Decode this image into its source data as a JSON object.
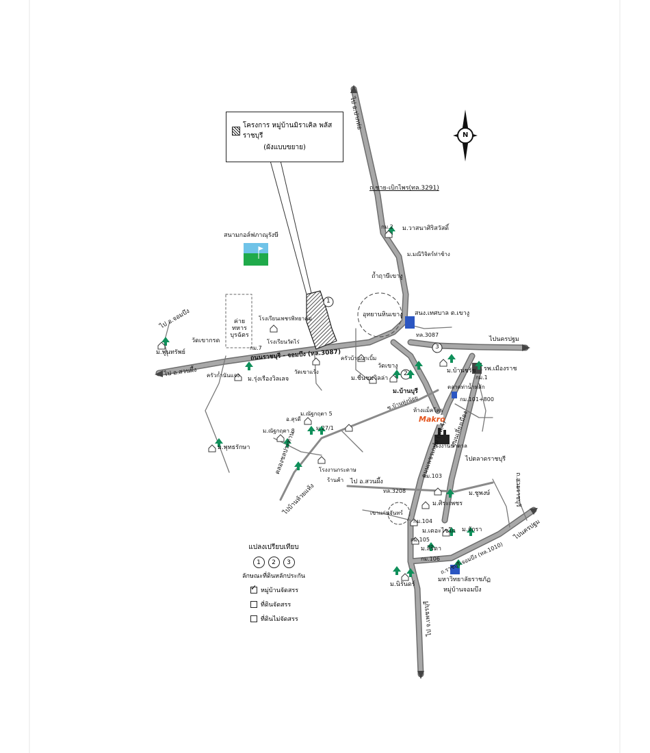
{
  "project_box": {
    "line1": "โครงการ หมู่บ้านมิราเคิล พลัส ราชบุรี",
    "line2": "(ผังแบบขยาย)"
  },
  "north_label": "N",
  "roads": {
    "top_right": "ไป อ.ปากท่อ",
    "hwy3291": "ถ.ชาย-เบิกไพร(ทล.3291)",
    "main_east_west": "ถนนราชบุรี - จอมบึง (ทล.3087)",
    "to_suanphueng_left": "ไป อ.สวนผึ้ง",
    "to_chombueng": "ไป อ.จอมบึง",
    "to_nakhonpathom": "ไปนครปฐม",
    "hwy3087_short": "ทล.3087",
    "to_suanphueng_mid": "ไป อ.สวนผึ้ง",
    "hwy3208": "ทล.3208",
    "to_petchaburi": "ไป จ.เพชรบุรี",
    "to_talad": "ไปตลาดราชบุรี",
    "to_nakhonpathom2": "ไปนครปฐม",
    "km": [
      "กม.2",
      "กม.1",
      "กม.101+800",
      "กม.103",
      "กม.104",
      "กม.105",
      "กม.106"
    ]
  },
  "places": {
    "golf": "สนามกอล์ฟภาณุรังษี",
    "army_camp": "ค่ายทหาร บุรฉัตร",
    "wat_khao_krot": "วัดเขากรด",
    "moo_ban_ta": "ม.พูนทรัพย์",
    "khrua_ko_chaeng": "ครัวก๋ำนันแจง",
    "rungrueang": "ม.รุ่งเรืองวิลเลจ",
    "km7": "กม.7",
    "school": "โรงเรียนวัดไร่",
    "wat_khao_rang": "วัดเขาแร้ง",
    "ramtanee": "โรงเรียนเพชรพิทยาคม",
    "khao_ngu": "ถ้ำฤาษีเขางู",
    "khao_ngu_park": "อุทยานหินเขางู",
    "sano": "สนง.เทศบาล ต.เขางู",
    "maxwell": "ม.วาสนาศิริสวัสดิ์",
    "manikan": "ม.มณีวิจิตร์ท่าช้าง",
    "khrua_nok": "ครัวบ้านนาเบิ้ม",
    "wat_khao_ngu": "วัดเขางู",
    "charoenpol": "ม.ชื่นชมวิลล่า",
    "baan_buri": "ม.บ้านบุรี",
    "baan_chui": "ม.บ้านชรัช",
    "muangraj": "รพ.เมืองราช",
    "makro": "Makro",
    "makro_th": "ห้างแม็คโคร",
    "pantip": "ตลาดท่าน้ำหลัก",
    "rongnam": "โรงงานน้ำตาล",
    "somsri": "ม.ณัฐกฤตา 5",
    "kopda": "ม.ณัฐกฤตา 8",
    "sukka": "อ.สุรดี",
    "m27": "ม.27/1",
    "phutsa": "ม.พุทธรักษา",
    "chakthong": "ซ.บ้านทุ่งน้อย",
    "palace": "คลองชลประทาน",
    "factory2": "โรงงานกระดาษ",
    "ran": "ร้านค้า",
    "to_ban_kok": "ไปบ้านห้วยแห้ง",
    "chuphong": "ม.ชูพงษ์",
    "kritsada": "ม.ศิระเพชร",
    "lake": "เขาแก่นจันทร์",
    "salan": "ม.เดอะไซโก",
    "chakra": "ม.จักรา",
    "sitthi": "ม.สิริดา",
    "anuntra": "ม.นิรันดร์",
    "university": "มหาวิทยาลัยราชภัฏ",
    "jom": "หมู่บ้านจอมบึง",
    "chinda": "ถ.สายราชบุรี",
    "petchkasem": "ถนนเพชรเกษม (ทล.4)",
    "ratchaburi_bypass": "ถนนเลี่ยงเมือง",
    "chombueng_road": "ถ.ราชบุรี-จอมบึง (ทล.1010)"
  },
  "legend": {
    "title": "แปลงเปรียบเทียบ",
    "circles": [
      "1",
      "2",
      "3"
    ],
    "subtitle": "ลักษณะที่ดินหลักประกัน",
    "items": [
      "หมู่บ้านจัดสรร",
      "ที่ดินจัดสรร",
      "ที่ดินไม่จัดสรร"
    ]
  },
  "markers": [
    "1",
    "2",
    "3"
  ],
  "colors": {
    "road": "#9a9a9a",
    "road_edge": "#6d6d6d",
    "tree": "#0f8f5a",
    "house": "#3a3a3a"
  }
}
